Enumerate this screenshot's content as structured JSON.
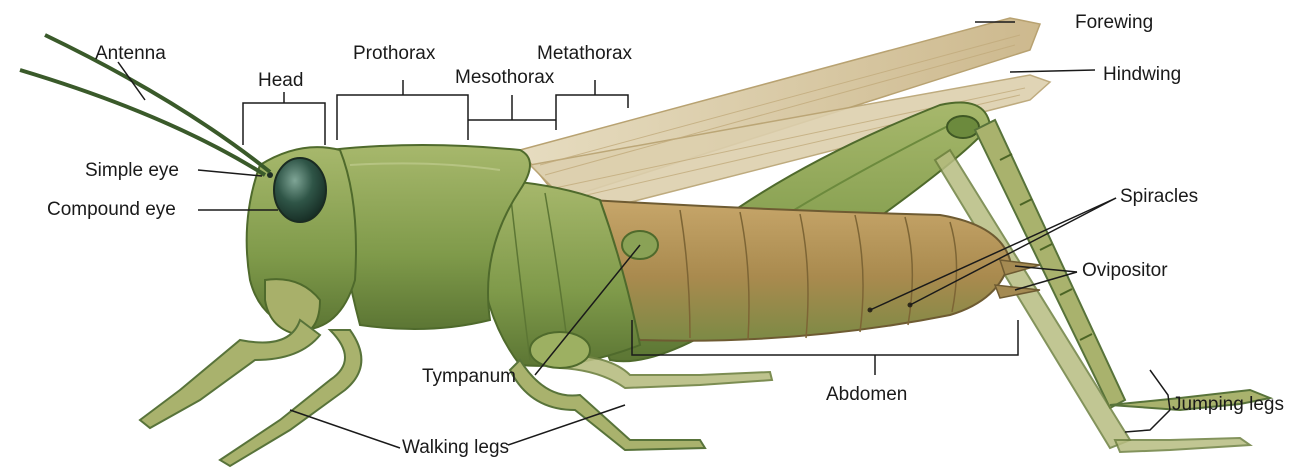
{
  "labels": {
    "antenna": "Antenna",
    "head": "Head",
    "prothorax": "Prothorax",
    "mesothorax": "Mesothorax",
    "metathorax": "Metathorax",
    "forewing": "Forewing",
    "hindwing": "Hindwing",
    "simple_eye": "Simple eye",
    "compound_eye": "Compound eye",
    "spiracles": "Spiracles",
    "ovipositor": "Ovipositor",
    "tympanum": "Tympanum",
    "abdomen": "Abdomen",
    "jumping_legs": "Jumping legs",
    "walking_legs": "Walking legs"
  },
  "colors": {
    "body_green": "#8fa85a",
    "body_dark": "#5e7a36",
    "abdomen_tan": "#b7985a",
    "wing_tan": "#d8c7a0",
    "eye": "#2f5547",
    "leader_line": "#1a1a1a"
  }
}
